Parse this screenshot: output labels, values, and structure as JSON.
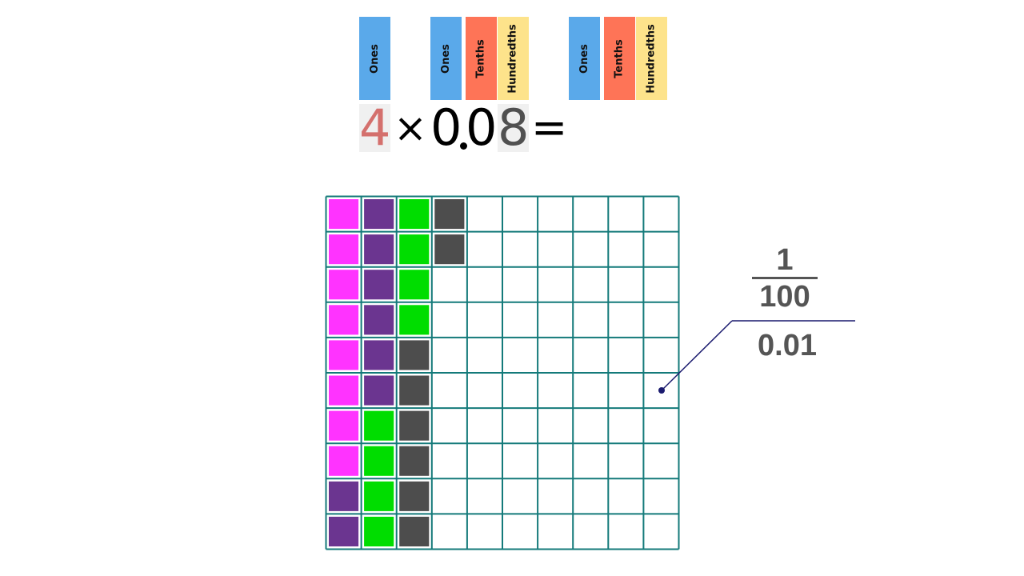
{
  "place_value_headers": {
    "group1": {
      "ones": "Ones"
    },
    "group2": {
      "ones": "Ones",
      "tenths": "Tenths",
      "hundredths": "Hundredths"
    },
    "group3": {
      "ones": "Ones",
      "tenths": "Tenths",
      "hundredths": "Hundredths"
    }
  },
  "colors": {
    "ones": "#5aa9ea",
    "tenths": "#fe7457",
    "hundredths": "#fde38b",
    "grid_line": "#147a7a",
    "magenta": "#ff33ff",
    "purple": "#6b3590",
    "green": "#00dd00",
    "gray": "#4d4d4d",
    "callout_line": "#1a1a6e",
    "first_digit": "#d4706d",
    "last_digit": "#505050"
  },
  "equation": {
    "multiplier": "4",
    "times_sign": "×",
    "decimal_ones": "0",
    "decimal_tenths": "0",
    "decimal_hundredths": "8",
    "equals_sign": "="
  },
  "hundred_grid": {
    "rows": 10,
    "cols": 10,
    "columns": [
      [
        "magenta",
        "magenta",
        "magenta",
        "magenta",
        "magenta",
        "magenta",
        "magenta",
        "magenta",
        "purple",
        "purple"
      ],
      [
        "purple",
        "purple",
        "purple",
        "purple",
        "purple",
        "purple",
        "green",
        "green",
        "green",
        "green"
      ],
      [
        "green",
        "green",
        "green",
        "green",
        "gray",
        "gray",
        "gray",
        "gray",
        "gray",
        "gray"
      ],
      [
        "gray",
        "gray",
        null,
        null,
        null,
        null,
        null,
        null,
        null,
        null
      ]
    ]
  },
  "callout": {
    "fraction_numerator": "1",
    "fraction_denominator": "100",
    "decimal": "0.01"
  }
}
